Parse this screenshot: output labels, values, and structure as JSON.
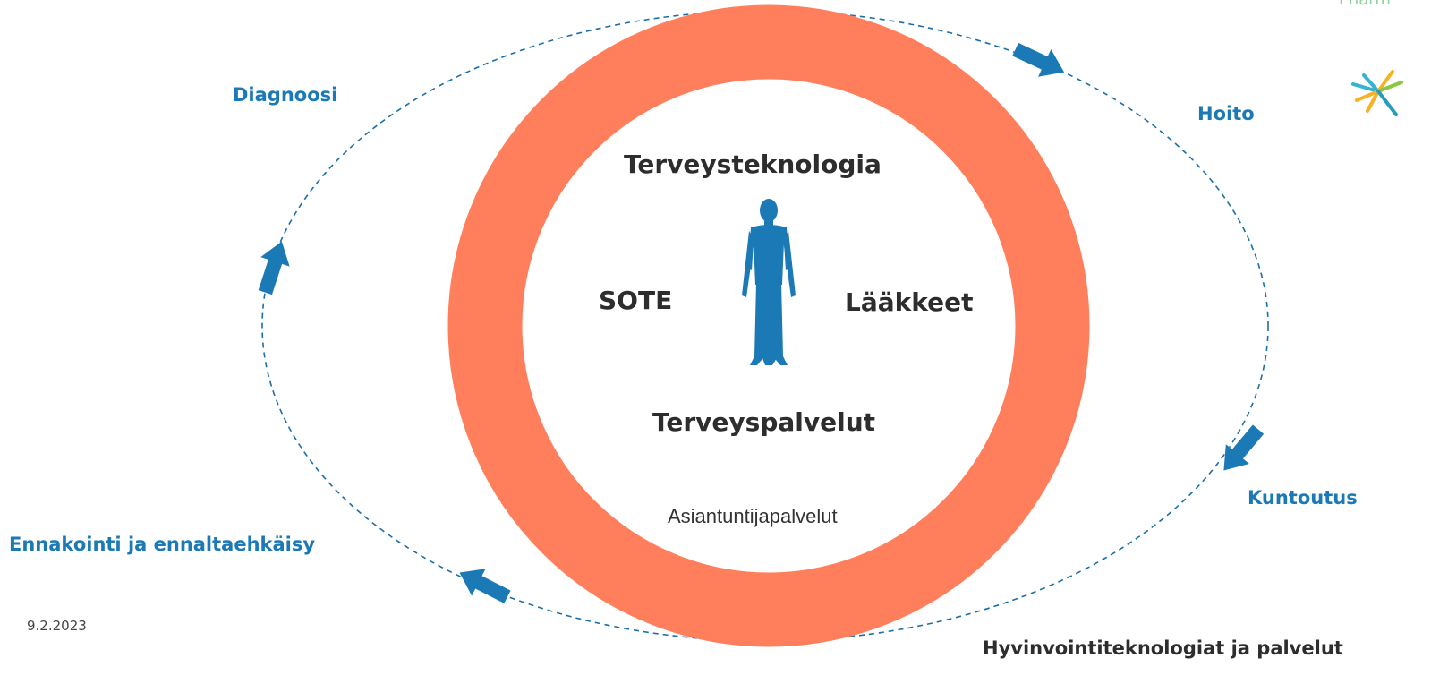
{
  "diagram": {
    "cycle_stages": {
      "diagnosis": "Diagnoosi",
      "treatment": "Hoito",
      "rehabilitation": "Kuntoutus",
      "prediction": "Ennakointi ja ennaltaehkäisy"
    },
    "ring_labels": {
      "top": "Terveysteknologia",
      "left": "SOTE",
      "right": "Lääkkeet",
      "bottom": "Terveyspalvelut",
      "inner_bottom": "Asiantuntijapalvelut"
    },
    "footer_label": "Hyvinvointiteknologiat ja palvelut",
    "date": "9.2.2023",
    "brand_fragment": "Pharm",
    "colors": {
      "ring": "#ff7f5c",
      "accent_blue": "#1b7ab6",
      "cycle_line": "#1b6fa8",
      "figure": "#1b7ab6"
    },
    "icons": {
      "human": "human-figure-icon",
      "logo": "starburst-logo-icon"
    }
  }
}
